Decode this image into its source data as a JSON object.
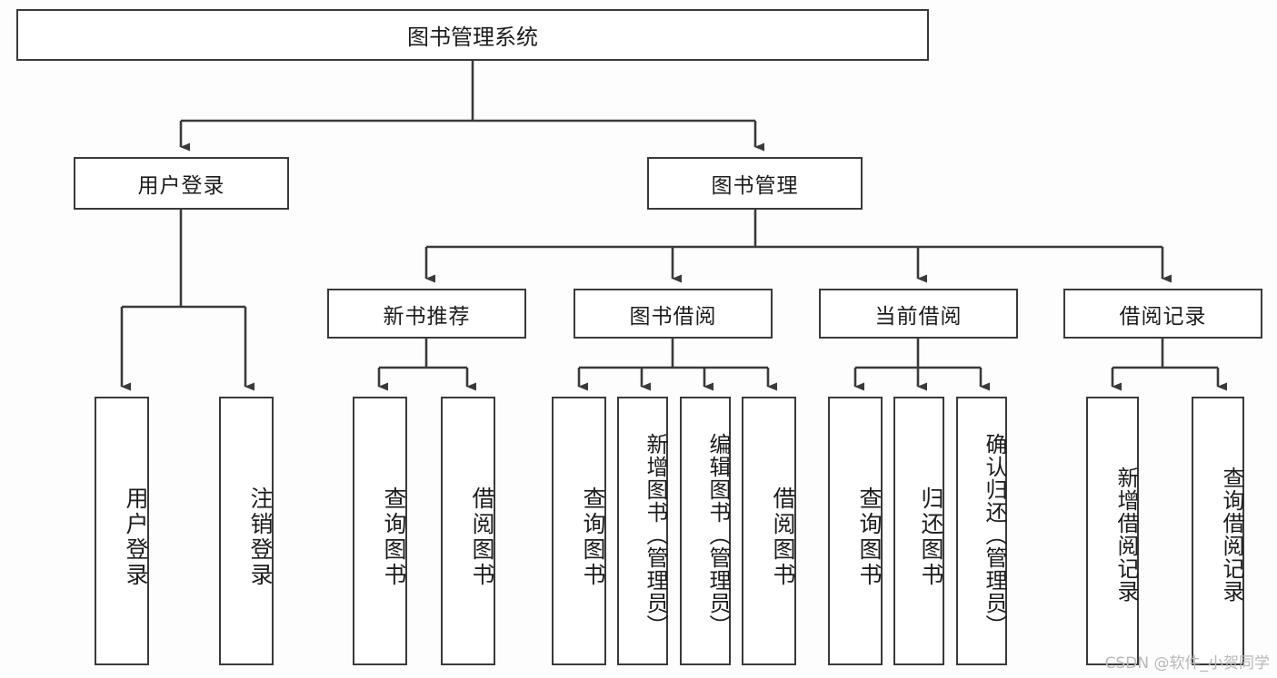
{
  "diagram": {
    "title": "图书管理系统",
    "type": "hierarchy-tree",
    "root": {
      "id": "root",
      "label": "图书管理系统"
    },
    "level2": [
      {
        "id": "user-login",
        "label": "用户登录"
      },
      {
        "id": "book-manage",
        "label": "图书管理"
      }
    ],
    "level3": [
      {
        "id": "new-book-rec",
        "label": "新书推荐"
      },
      {
        "id": "book-borrow",
        "label": "图书借阅"
      },
      {
        "id": "current-borrow",
        "label": "当前借阅"
      },
      {
        "id": "borrow-record",
        "label": "借阅记录"
      }
    ],
    "leaves": [
      {
        "id": "leaf-user-login",
        "label": "用户登录",
        "parent": "user-login"
      },
      {
        "id": "leaf-logout",
        "label": "注销登录",
        "parent": "user-login"
      },
      {
        "id": "leaf-query-book-1",
        "label": "查询图书",
        "parent": "new-book-rec"
      },
      {
        "id": "leaf-borrow-book-1",
        "label": "借阅图书",
        "parent": "new-book-rec"
      },
      {
        "id": "leaf-query-book-2",
        "label": "查询图书",
        "parent": "book-borrow"
      },
      {
        "id": "leaf-add-book",
        "label": "新增图书（管理员）",
        "parent": "book-borrow"
      },
      {
        "id": "leaf-edit-book",
        "label": "编辑图书（管理员）",
        "parent": "book-borrow"
      },
      {
        "id": "leaf-borrow-book-2",
        "label": "借阅图书",
        "parent": "book-borrow"
      },
      {
        "id": "leaf-query-book-3",
        "label": "查询图书",
        "parent": "current-borrow"
      },
      {
        "id": "leaf-return-book",
        "label": "归还图书",
        "parent": "current-borrow"
      },
      {
        "id": "leaf-confirm-return",
        "label": "确认归还（管理员）",
        "parent": "current-borrow"
      },
      {
        "id": "leaf-add-record",
        "label": "新增借阅记录",
        "parent": "borrow-record"
      },
      {
        "id": "leaf-query-record",
        "label": "查询借阅记录",
        "parent": "borrow-record"
      }
    ],
    "watermark": "CSDN @软件_小贺同学",
    "colors": {
      "stroke": "#3a3a3a",
      "fill": "#ffffff",
      "text": "#1c1c1c",
      "background": "#fdfdfd",
      "watermark": "#b8b8b8"
    }
  }
}
